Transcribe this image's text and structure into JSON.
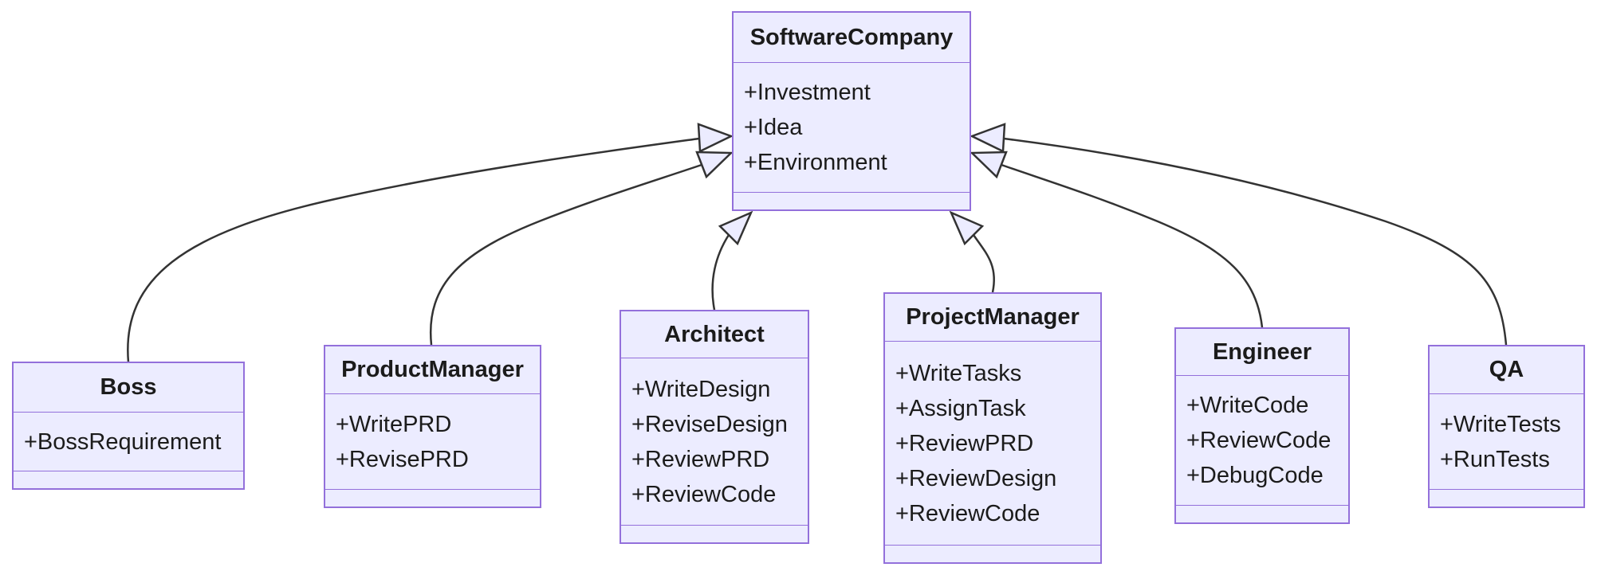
{
  "diagram": {
    "kind": "uml-class-diagram",
    "colors": {
      "background": "#ffffff",
      "node_fill": "#ECECFF",
      "node_border": "#9370DB",
      "edge_line": "#333333",
      "arrowhead_fill": "#ECECFF",
      "text": "#1b1b1b"
    }
  },
  "classes": [
    {
      "name": "SoftwareCompany",
      "attributes": [
        "+Investment",
        "+Idea",
        "+Environment"
      ],
      "methods": []
    },
    {
      "name": "Boss",
      "attributes": [
        "+BossRequirement"
      ],
      "methods": []
    },
    {
      "name": "ProductManager",
      "attributes": [
        "+WritePRD",
        "+RevisePRD"
      ],
      "methods": []
    },
    {
      "name": "Architect",
      "attributes": [
        "+WriteDesign",
        "+ReviseDesign",
        "+ReviewPRD",
        "+ReviewCode"
      ],
      "methods": []
    },
    {
      "name": "ProjectManager",
      "attributes": [
        "+WriteTasks",
        "+AssignTask",
        "+ReviewPRD",
        "+ReviewDesign",
        "+ReviewCode"
      ],
      "methods": []
    },
    {
      "name": "Engineer",
      "attributes": [
        "+WriteCode",
        "+ReviewCode",
        "+DebugCode"
      ],
      "methods": []
    },
    {
      "name": "QA",
      "attributes": [
        "+WriteTests",
        "+RunTests"
      ],
      "methods": []
    }
  ],
  "relationships": [
    {
      "from": "Boss",
      "to": "SoftwareCompany",
      "type": "inheritance"
    },
    {
      "from": "ProductManager",
      "to": "SoftwareCompany",
      "type": "inheritance"
    },
    {
      "from": "Architect",
      "to": "SoftwareCompany",
      "type": "inheritance"
    },
    {
      "from": "ProjectManager",
      "to": "SoftwareCompany",
      "type": "inheritance"
    },
    {
      "from": "Engineer",
      "to": "SoftwareCompany",
      "type": "inheritance"
    },
    {
      "from": "QA",
      "to": "SoftwareCompany",
      "type": "inheritance"
    }
  ]
}
